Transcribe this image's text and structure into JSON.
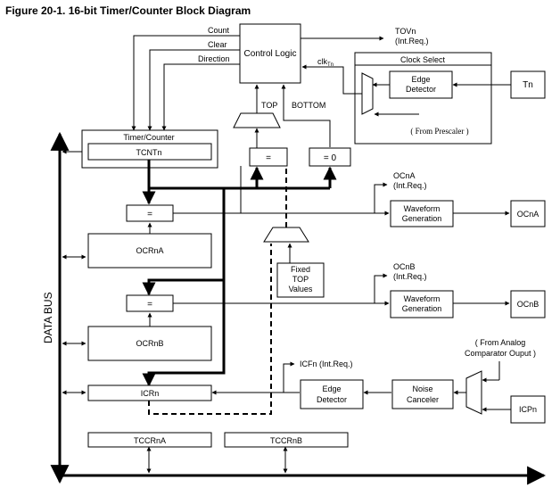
{
  "figure": {
    "title": "Figure 20-1.  16-bit Timer/Counter Block Diagram"
  },
  "blocks": {
    "control_logic": "Control Logic",
    "clock_select": "Clock Select",
    "edge_detector_t": [
      "Edge",
      "Detector"
    ],
    "tn": "Tn",
    "from_prescaler": "( From Prescaler )",
    "timer_counter": "Timer/Counter",
    "tcntn": "TCNTn",
    "eq_top": "=",
    "eq_zero": "= 0",
    "eq_a": "=",
    "eq_b": "=",
    "ocrna": "OCRnA",
    "ocrnb": "OCRnB",
    "fixed_top": [
      "Fixed",
      "TOP",
      "Values"
    ],
    "waveform_a": [
      "Waveform",
      "Generation"
    ],
    "waveform_b": [
      "Waveform",
      "Generation"
    ],
    "ocna": "OCnA",
    "ocnb": "OCnB",
    "icrn": "ICRn",
    "edge_detector_ic": [
      "Edge",
      "Detector"
    ],
    "noise_canceler": [
      "Noise",
      "Canceler"
    ],
    "icpn": "ICPn",
    "tccrna": "TCCRnA",
    "tccrnb": "TCCRnB"
  },
  "labels": {
    "count": "Count",
    "clear": "Clear",
    "direction": "Direction",
    "tovn": [
      "TOVn",
      "(Int.Req.)"
    ],
    "clk_main": "clk",
    "clk_sub": "Tn",
    "top": "TOP",
    "bottom": "BOTTOM",
    "ocna_int": [
      "OCnA",
      "(Int.Req.)"
    ],
    "ocnb_int": [
      "OCnB",
      "(Int.Req.)"
    ],
    "icfn": "ICFn (Int.Req.)",
    "analog_comp": [
      "( From Analog",
      "Comparator Ouput )"
    ],
    "data_bus": "DATA BUS"
  }
}
